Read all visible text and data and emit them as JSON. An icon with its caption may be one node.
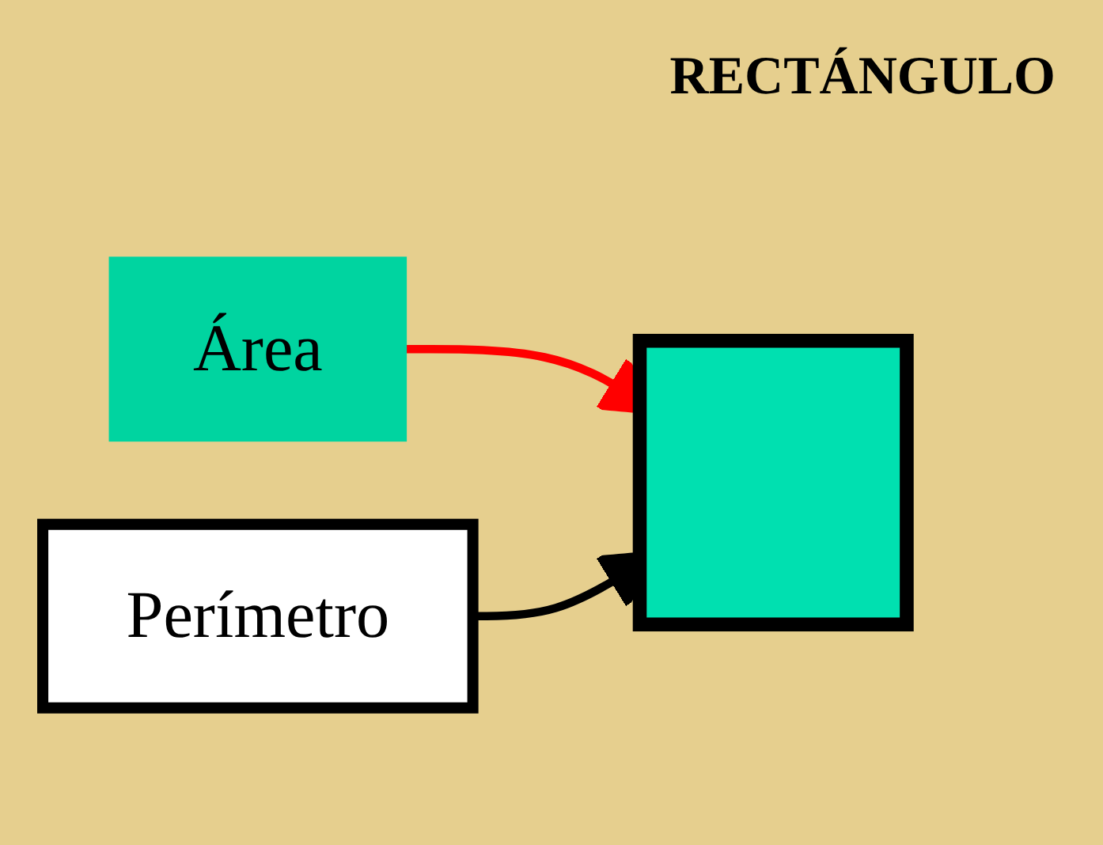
{
  "diagram": {
    "title": "RECTÁNGULO",
    "nodes": [
      {
        "text": [
          "Área"
        ]
      },
      {
        "text": [],
        "shape": "box"
      },
      {
        "text": [
          "Perímetro"
        ]
      }
    ],
    "edges": [
      {
        "from": 0,
        "to": 1,
        "arrow": "to",
        "color": "#ff0000"
      },
      {
        "from": 2,
        "to": 1,
        "arrow": "to",
        "color": "#000000"
      }
    ]
  }
}
